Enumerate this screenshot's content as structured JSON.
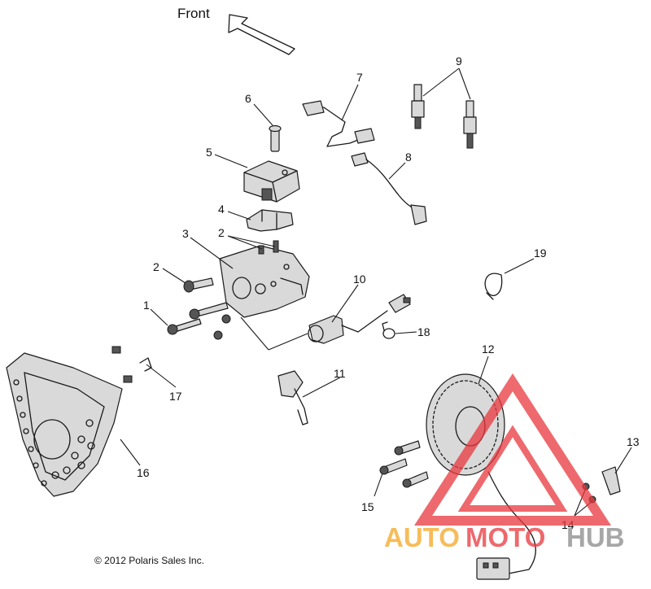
{
  "front_label": "Front",
  "copyright": "© 2012 Polaris Sales Inc.",
  "callouts": [
    {
      "id": "1",
      "label": "1"
    },
    {
      "id": "2a",
      "label": "2"
    },
    {
      "id": "2b",
      "label": "2"
    },
    {
      "id": "3",
      "label": "3"
    },
    {
      "id": "4",
      "label": "4"
    },
    {
      "id": "5",
      "label": "5"
    },
    {
      "id": "6",
      "label": "6"
    },
    {
      "id": "7",
      "label": "7"
    },
    {
      "id": "8",
      "label": "8"
    },
    {
      "id": "9",
      "label": "9"
    },
    {
      "id": "10",
      "label": "10"
    },
    {
      "id": "11",
      "label": "11"
    },
    {
      "id": "12",
      "label": "12"
    },
    {
      "id": "13",
      "label": "13"
    },
    {
      "id": "14",
      "label": "14"
    },
    {
      "id": "15",
      "label": "15"
    },
    {
      "id": "16",
      "label": "16"
    },
    {
      "id": "17",
      "label": "17"
    },
    {
      "id": "18",
      "label": "18"
    },
    {
      "id": "19",
      "label": "19"
    }
  ],
  "watermark": {
    "part1": "AUTO",
    "part2": "MOTO",
    "part3": "HUB",
    "color_orange": "#f5a623",
    "color_red": "#e8383d",
    "color_gray": "#8a8a8a"
  }
}
